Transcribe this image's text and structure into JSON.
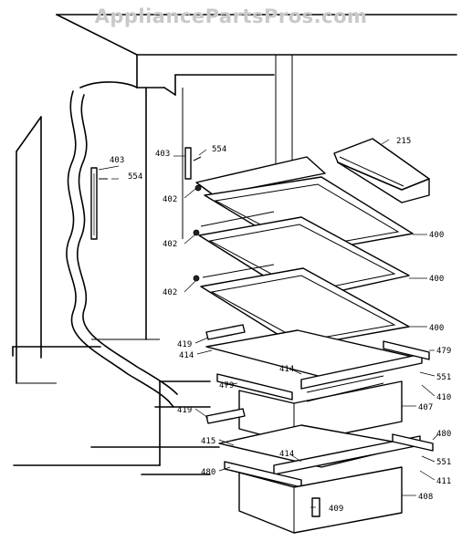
{
  "watermark": "AppliancePartsPros.com",
  "callouts": {
    "c403a": "403",
    "c554a": "554",
    "c403b": "403",
    "c554b": "554",
    "c215": "215",
    "c402a": "402",
    "c402b": "402",
    "c402c": "402",
    "c400a": "400",
    "c400b": "400",
    "c400c": "400",
    "c419a": "419",
    "c414a": "414",
    "c414b": "414",
    "c479a": "479",
    "c551a": "551",
    "c479b": "479",
    "c410": "410",
    "c407": "407",
    "c419b": "419",
    "c415": "415",
    "c414c": "414",
    "c480a": "480",
    "c551b": "551",
    "c480b": "480",
    "c411": "411",
    "c408": "408",
    "c409": "409"
  }
}
